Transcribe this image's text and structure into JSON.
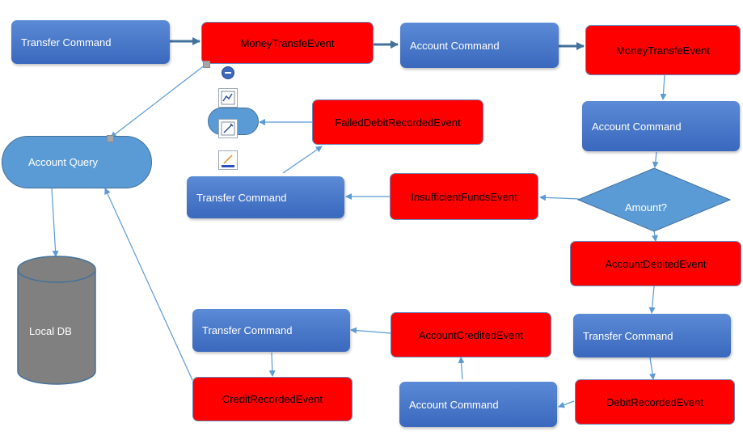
{
  "nodes": {
    "transfer_cmd_1": "Transfer Command",
    "money_event_1": "MoneyTransfeEvent",
    "account_cmd_1": "Account Command",
    "money_event_2": "MoneyTransfeEvent",
    "account_cmd_2": "Account Command",
    "failed_debit_event": "FailedDebitRecordedEvent",
    "account_query": "Account Query",
    "transfer_cmd_2": "Transfer Command",
    "insufficient_funds_event": "InsufficientFundsEvent",
    "amount_decision": "Amount?",
    "local_db": "Local DB",
    "account_debited_event": "AccountDebitedEvent",
    "transfer_cmd_3": "Transfer Command",
    "account_credited_event": "AccountCreditedEvent",
    "transfer_cmd_4": "Transfer Command",
    "credit_recorded_event": "CreditRecordedEvent",
    "account_cmd_3": "Account Command",
    "debit_recorded_event": "DebitRecordedEvent"
  },
  "colors": {
    "command": "#4472c4",
    "event": "#ff0000",
    "query": "#5b9bd5",
    "database": "#7f7f7f",
    "connector": "#5b9bd5"
  },
  "toolbar_icons": [
    "minus-circle-icon",
    "chart-layout-icon",
    "shape-style-icon",
    "shape-outline-icon"
  ]
}
